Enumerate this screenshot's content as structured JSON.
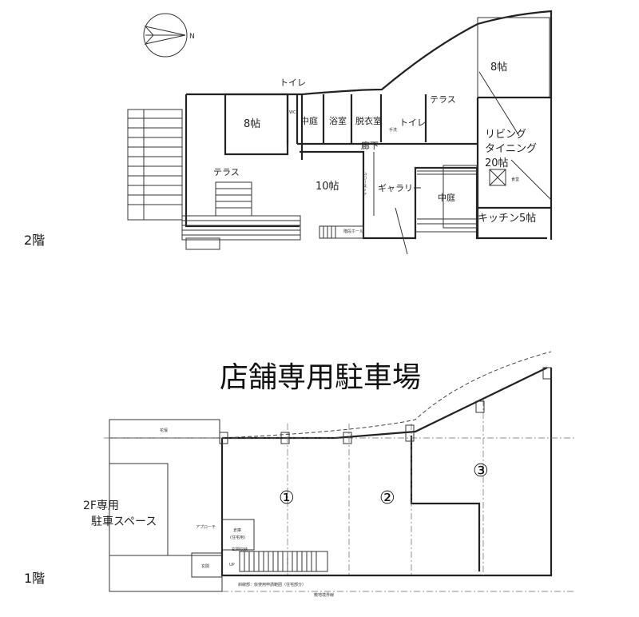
{
  "floor2": {
    "label": "2階",
    "compass": "N",
    "rooms": {
      "toilet_top": "トイレ",
      "tatami8_left": "8帖",
      "courtyard_top": "中庭",
      "bath": "浴室",
      "dressing": "脱衣室",
      "toilet_right": "トイレ",
      "terrace_top": "テラス",
      "tatami8_right": "8帖",
      "living1": "リビング",
      "living2": "タイニング",
      "living3": "20帖",
      "corridor": "廊下",
      "terrace_left": "テラス",
      "room10": "10帖",
      "gallery": "ギャラリー",
      "courtyard_bottom": "中庭",
      "kitchen": "キッチン5帖",
      "closet": "クローゼット",
      "stair_hall": "階段ホール",
      "wc": "WC",
      "washroom": "手洗",
      "dining": "食堂"
    }
  },
  "floor1": {
    "label": "1階",
    "title": "店舗専用駐車場",
    "units": [
      "①",
      "②",
      "③"
    ],
    "parking_2f_line1": "2F専用",
    "parking_2f_line2": "駐車スペース",
    "small": {
      "planter": "花壇",
      "approach": "アプローチ",
      "storage": "倉庫",
      "storage_sub": "(住宅用)",
      "entrance": "玄関",
      "shoe": "玄関収納",
      "note": "斜線部：仮使用申請範囲（住宅部分）",
      "boundary": "敷地境界線",
      "up": "UP"
    }
  }
}
